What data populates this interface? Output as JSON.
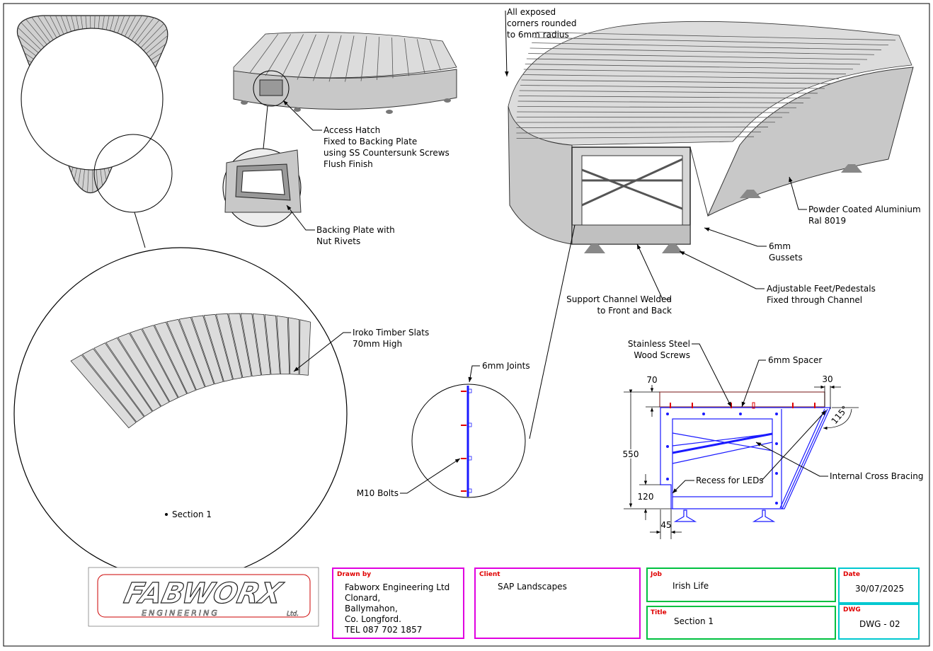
{
  "annotations": {
    "corners": [
      "All exposed",
      "corners rounded",
      "to 6mm radius"
    ],
    "access_hatch": [
      "Access Hatch",
      "Fixed to Backing Plate",
      "using SS Countersunk Screws",
      "Flush Finish"
    ],
    "backing_plate": [
      "Backing Plate with",
      "Nut Rivets"
    ],
    "powder_coated": [
      "Powder Coated Aluminium",
      "Ral 8019"
    ],
    "gussets": [
      "6mm",
      "Gussets"
    ],
    "feet": [
      "Adjustable Feet/Pedestals",
      "Fixed through Channel"
    ],
    "support_channel": [
      "Support Channel Welded",
      "to Front and Back"
    ],
    "iroko": [
      "Iroko Timber Slats",
      "70mm High"
    ],
    "section_label": "Section 1",
    "joints": "6mm Joints",
    "bolts": "M10 Bolts",
    "wood_screws": [
      "Stainless Steel",
      "Wood Screws"
    ],
    "spacer": "6mm Spacer",
    "cross_bracing": "Internal Cross Bracing",
    "recess": "Recess for LEDs"
  },
  "dimensions": {
    "slat_height": "70",
    "overhang": "30",
    "total_height": "550",
    "recess_height": "120",
    "recess_depth": "45",
    "angle": "115°"
  },
  "title_block": {
    "logo_text": "FABWORX ENGINEERING Ltd.",
    "drawn_by": {
      "header": "Drawn by",
      "lines": [
        "Fabworx Engineering Ltd",
        "Clonard,",
        "Ballymahon,",
        "Co. Longford.",
        "TEL 087 702 1857"
      ]
    },
    "client": {
      "header": "Client",
      "value": "SAP Landscapes"
    },
    "job": {
      "header": "Job",
      "value": "Irish Life"
    },
    "title": {
      "header": "Title",
      "value": "Section 1"
    },
    "date": {
      "header": "Date",
      "value": "30/07/2025"
    },
    "dwg": {
      "header": "DWG",
      "value": "DWG - 02"
    }
  },
  "colors": {
    "section_lines": "#1a1aff",
    "bolts": "#e00000",
    "drawn_by_border": "#e000e0",
    "job_border": "#00c040",
    "date_border": "#00c8d0"
  }
}
